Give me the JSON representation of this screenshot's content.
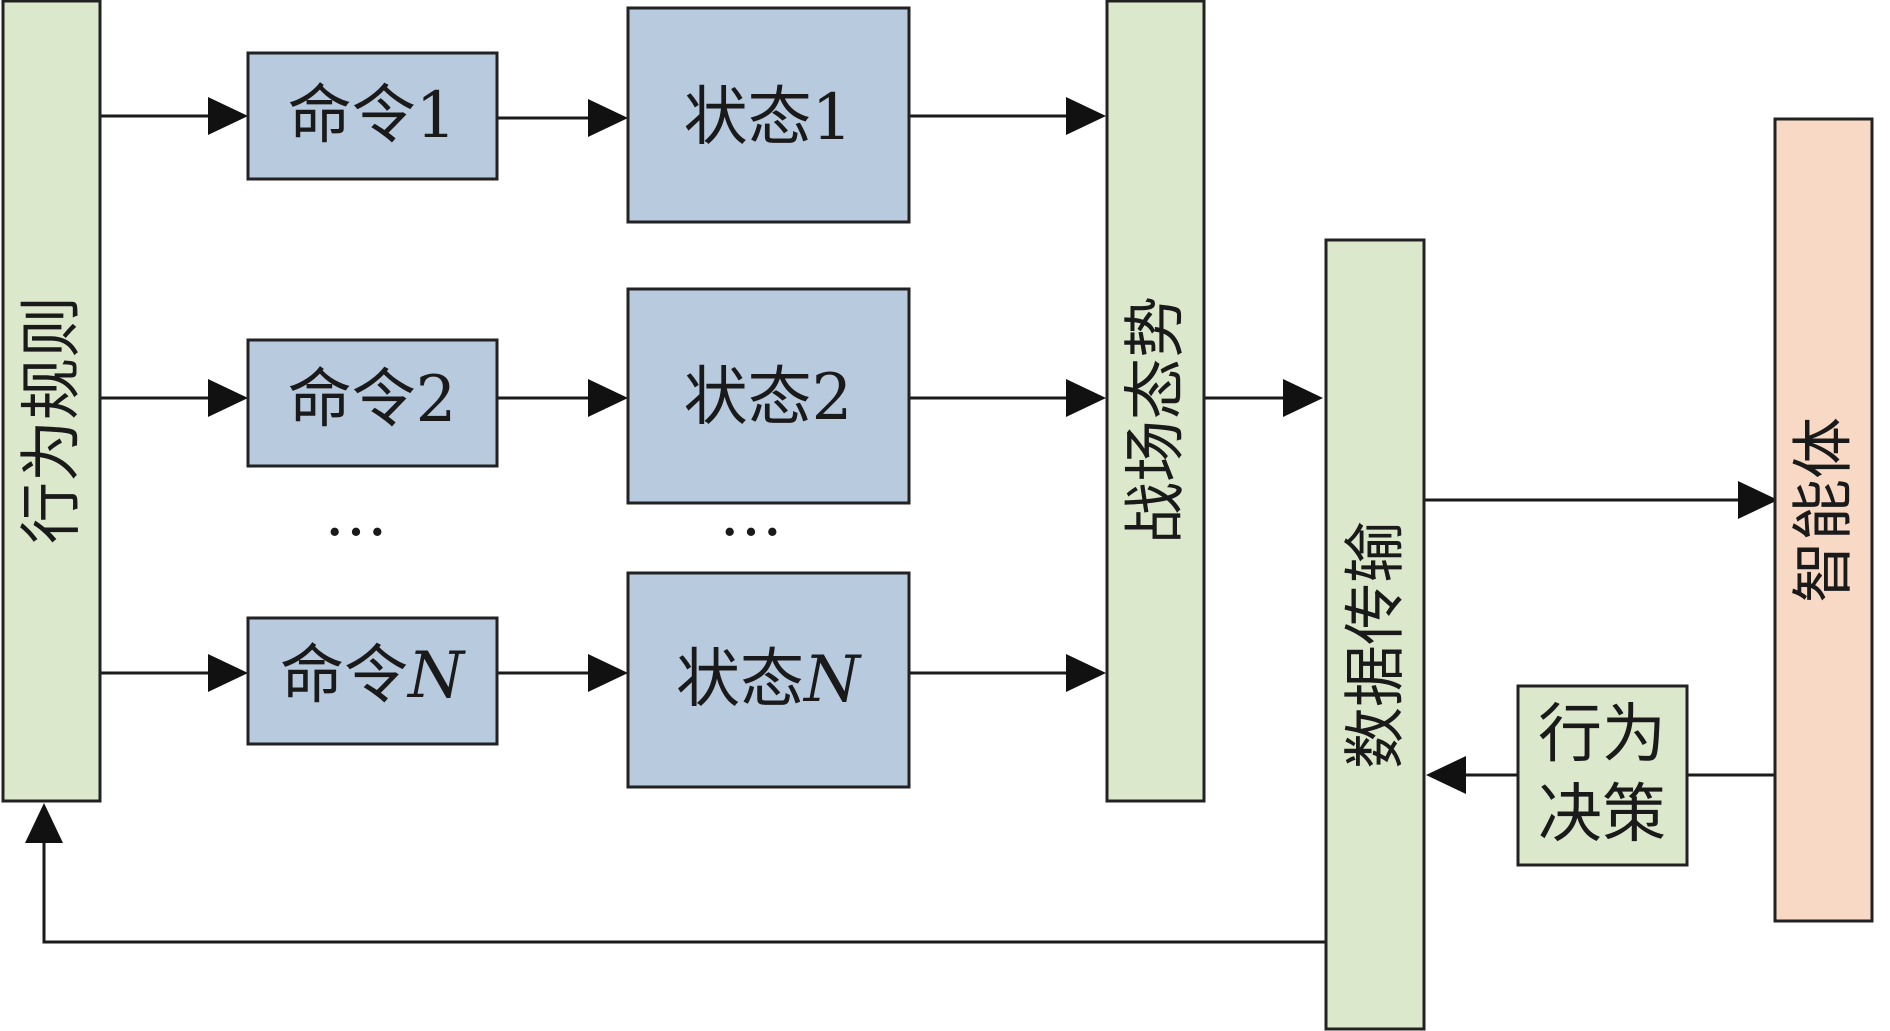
{
  "diagram": {
    "behavior_rules": "行为规则",
    "commands": [
      {
        "prefix": "命令",
        "suffix": "1",
        "italic": false
      },
      {
        "prefix": "命令",
        "suffix": "2",
        "italic": false
      },
      {
        "prefix": "命令",
        "suffix": "N",
        "italic": true
      }
    ],
    "states": [
      {
        "prefix": "状态",
        "suffix": "1",
        "italic": false
      },
      {
        "prefix": "状态",
        "suffix": "2",
        "italic": false
      },
      {
        "prefix": "状态",
        "suffix": "N",
        "italic": true
      }
    ],
    "ellipsis": "…",
    "battlefield_situation": "战场态势",
    "data_transmission": "数据传输",
    "agent": "智能体",
    "behavior_decision_line1": "行为",
    "behavior_decision_line2": "决策"
  },
  "colors": {
    "green_box": "#dce8cc",
    "blue_box": "#b8cade",
    "peach_box": "#f8d9c6",
    "stroke": "#222222"
  }
}
